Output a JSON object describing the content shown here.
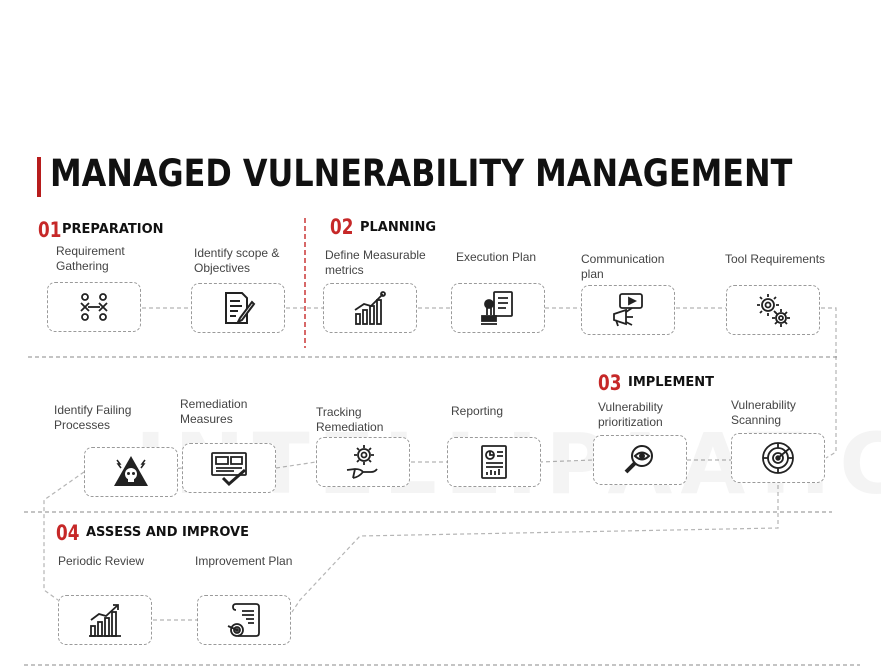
{
  "page": {
    "title": "MANAGED VULNERABILITY MANAGEMENT",
    "watermark": "INTELLIPAAT.COM"
  },
  "colors": {
    "accent": "#c62828",
    "text": "#222222",
    "dashed": "#9a9a9a"
  },
  "sections": [
    {
      "number": "01",
      "title": "PREPARATION"
    },
    {
      "number": "02",
      "title": "PLANNING"
    },
    {
      "number": "03",
      "title": "IMPLEMENT"
    },
    {
      "number": "04",
      "title": "ASSESS AND IMPROVE"
    }
  ],
  "steps": [
    {
      "label": "Requirement\nGathering",
      "icon": "people-network-icon"
    },
    {
      "label": "Identify scope &\nObjectives",
      "icon": "document-pen-icon"
    },
    {
      "label": "Define Measurable\nmetrics",
      "icon": "bar-chart-icon"
    },
    {
      "label": "Execution Plan",
      "icon": "stamp-document-icon"
    },
    {
      "label": "Communication\nplan",
      "icon": "megaphone-icon"
    },
    {
      "label": "Tool Requirements",
      "icon": "gears-icon"
    },
    {
      "label": "Vulnerability\nScanning",
      "icon": "radar-icon"
    },
    {
      "label": "Vulnerability\nprioritization",
      "icon": "magnifier-eye-icon"
    },
    {
      "label": "Reporting",
      "icon": "report-icon"
    },
    {
      "label": "Tracking\nRemediation",
      "icon": "hand-gear-icon"
    },
    {
      "label": "Remediation\nMeasures",
      "icon": "monitor-check-icon"
    },
    {
      "label": "Identify Failing\nProcesses",
      "icon": "warning-skull-icon"
    },
    {
      "label": "Periodic Review",
      "icon": "growth-chart-icon"
    },
    {
      "label": "Improvement Plan",
      "icon": "scroll-target-icon"
    }
  ]
}
